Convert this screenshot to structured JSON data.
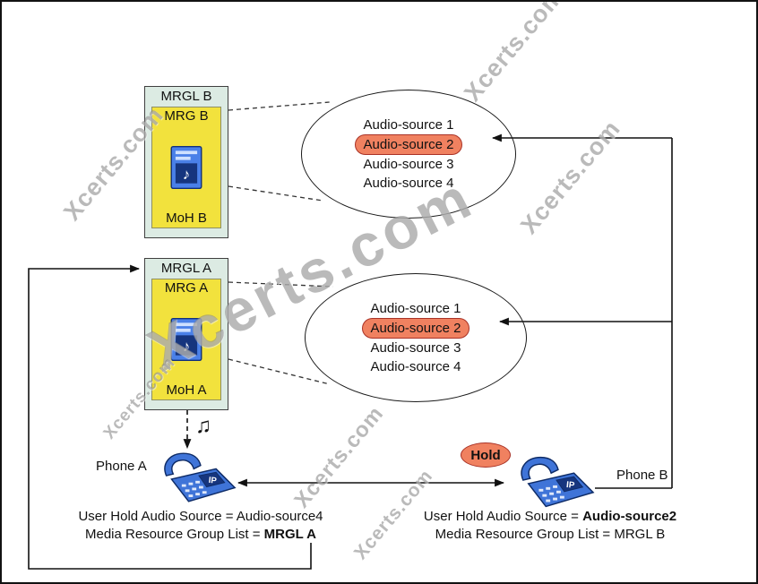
{
  "watermark": {
    "text": "Xcerts.com"
  },
  "groups": {
    "b": {
      "title": "MRGL B",
      "mrg": "MRG B",
      "moh": "MoH B"
    },
    "a": {
      "title": "MRGL A",
      "mrg": "MRG A",
      "moh": "MoH A"
    }
  },
  "audio_lists": {
    "top": {
      "items": [
        "Audio-source 1",
        "Audio-source 2",
        "Audio-source 3",
        "Audio-source 4"
      ],
      "highlighted": "Audio-source 2"
    },
    "bottom": {
      "items": [
        "Audio-source 1",
        "Audio-source 2",
        "Audio-source 3",
        "Audio-source 4"
      ],
      "highlighted": "Audio-source 2"
    }
  },
  "phone_a": {
    "label": "Phone A",
    "caption_line1": "User Hold Audio Source = Audio-source4",
    "caption_line2_prefix": "Media Resource Group List = ",
    "caption_line2_bold": "MRGL A"
  },
  "phone_b": {
    "label": "Phone B",
    "hold_badge": "Hold",
    "caption_line1_prefix": "User Hold Audio Source = ",
    "caption_line1_bold": "Audio-source2",
    "caption_line2": "Media Resource Group List = MRGL B"
  },
  "colors": {
    "highlight_fill": "#f08160",
    "highlight_border": "#a93226",
    "panel_fill": "#dcebe3",
    "inner_fill": "#f2e23d",
    "phone_blue": "#3f74d8"
  }
}
